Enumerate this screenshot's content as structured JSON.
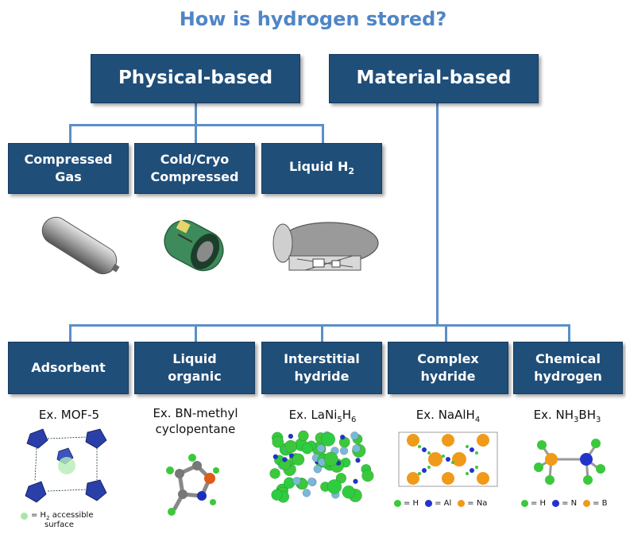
{
  "title": "How is hydrogen stored?",
  "top": {
    "physical": "Physical-based",
    "material": "Material-based"
  },
  "physical_items": [
    {
      "line1": "Compressed",
      "line2": "Gas"
    },
    {
      "line1": "Cold/Cryo",
      "line2": "Compressed"
    },
    {
      "label": "Liquid H",
      "sub": "2"
    }
  ],
  "material_items": [
    {
      "line1": "Adsorbent",
      "line2": ""
    },
    {
      "line1": "Liquid",
      "line2": "organic"
    },
    {
      "line1": "Interstitial",
      "line2": "hydride"
    },
    {
      "line1": "Complex",
      "line2": "hydride"
    },
    {
      "line1": "Chemical",
      "line2": "hydrogen"
    }
  ],
  "examples": {
    "mof": "Ex. MOF-5",
    "bn_line1": "Ex. BN-methyl",
    "bn_line2": "cyclopentane",
    "lani_prefix": "Ex. LaNi",
    "lani_sub1": "5",
    "lani_mid": "H",
    "lani_sub2": "6",
    "naalh_prefix": "Ex. NaAlH",
    "naalh_sub": "4",
    "nh_prefix": "Ex. NH",
    "nh_sub1": "3",
    "nh_mid": "BH",
    "nh_sub2": "3"
  },
  "legends": {
    "mof": {
      "eq": "= H",
      "sub": "2",
      "rest": " accessible",
      "line2": "surface"
    },
    "complex": [
      {
        "label": "= H",
        "color": "#3cc83c"
      },
      {
        "label": "= Al",
        "color": "#2233cc"
      },
      {
        "label": "= Na",
        "color": "#f09a1a"
      }
    ],
    "chemical": [
      {
        "label": "= H",
        "color": "#3cc83c"
      },
      {
        "label": "= N",
        "color": "#2233cc"
      },
      {
        "label": "= B",
        "color": "#f09a1a"
      }
    ]
  },
  "colors": {
    "box": "#1f4e79",
    "connector": "#5b8fc8",
    "title": "#4f86c6"
  }
}
